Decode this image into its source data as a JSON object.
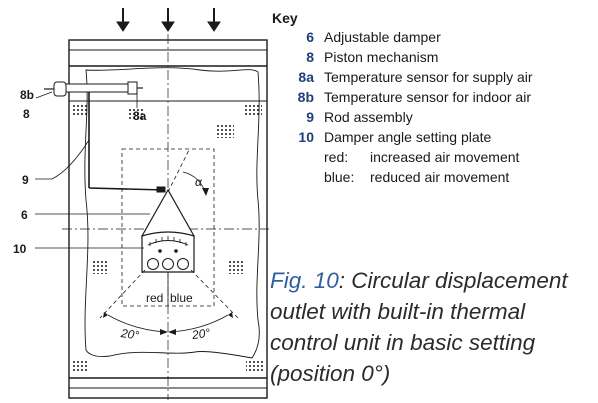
{
  "key": {
    "title": "Key",
    "items": [
      {
        "num": "6",
        "desc": "Adjustable damper"
      },
      {
        "num": "8",
        "desc": "Piston mechanism"
      },
      {
        "num": "8a",
        "desc": "Temperature sensor for supply air"
      },
      {
        "num": "8b",
        "desc": "Temperature sensor for indoor air"
      },
      {
        "num": "9",
        "desc": "Rod assembly"
      },
      {
        "num": "10",
        "desc": "Damper angle setting plate"
      }
    ],
    "subitems": [
      {
        "label": "red:",
        "desc": "increased air movement"
      },
      {
        "label": "blue:",
        "desc": "reduced air movement"
      }
    ]
  },
  "caption": {
    "fig_label": "Fig. 10",
    "text": ": Circular displacement outlet with built-in thermal control unit in basic setting (position 0°)"
  },
  "diagram": {
    "callouts": {
      "c8b": "8b",
      "c8": "8",
      "c8a": "8a",
      "c9": "9",
      "c6": "6",
      "c10": "10"
    },
    "angle_symbol": "α",
    "label_red": "red",
    "label_blue": "blue",
    "angle_left": "20°",
    "angle_right": "20°"
  },
  "colors": {
    "key_numbers": "#1f3f7a",
    "figure_label": "#2f5f9e",
    "line": "#1a1a1a"
  }
}
